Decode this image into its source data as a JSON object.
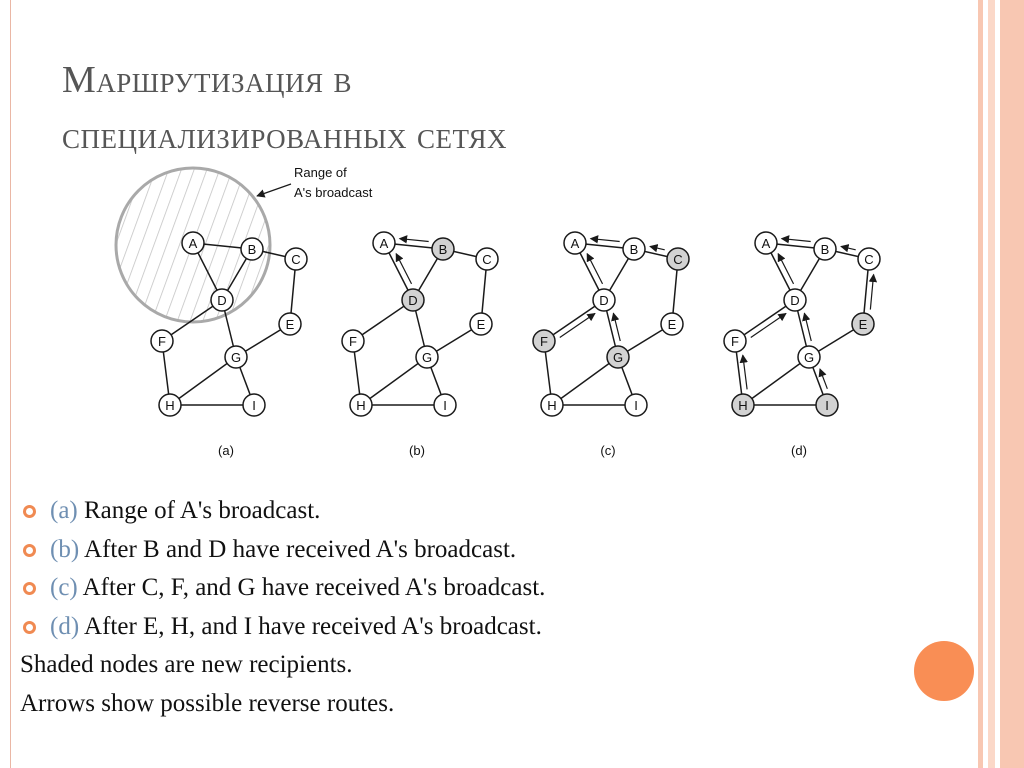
{
  "slide": {
    "title_lines": [
      "Маршрутизация в",
      "специализированных сетях"
    ],
    "accent_color": "#f08a52",
    "orb_color": "#f98e55",
    "stripe_colors": [
      "#f8c7b2",
      "#fbd8c8"
    ]
  },
  "diagram": {
    "callout": [
      "Range of",
      "A's broadcast"
    ],
    "nodes": [
      "A",
      "B",
      "C",
      "D",
      "E",
      "F",
      "G",
      "H",
      "I"
    ],
    "edges": [
      [
        "A",
        "B"
      ],
      [
        "A",
        "D"
      ],
      [
        "B",
        "D"
      ],
      [
        "B",
        "C"
      ],
      [
        "C",
        "E"
      ],
      [
        "D",
        "F"
      ],
      [
        "D",
        "G"
      ],
      [
        "E",
        "G"
      ],
      [
        "G",
        "H"
      ],
      [
        "G",
        "I"
      ],
      [
        "F",
        "H"
      ],
      [
        "H",
        "I"
      ]
    ],
    "panels": [
      {
        "label": "(a)",
        "shaded": [],
        "reverse_arrows": [],
        "broadcast_range": true
      },
      {
        "label": "(b)",
        "shaded": [
          "B",
          "D"
        ],
        "reverse_arrows": [
          [
            "B",
            "A"
          ],
          [
            "D",
            "A"
          ]
        ],
        "broadcast_range": false
      },
      {
        "label": "(c)",
        "shaded": [
          "C",
          "F",
          "G"
        ],
        "reverse_arrows": [
          [
            "B",
            "A"
          ],
          [
            "D",
            "A"
          ],
          [
            "C",
            "B"
          ],
          [
            "F",
            "D"
          ],
          [
            "G",
            "D"
          ]
        ],
        "broadcast_range": false
      },
      {
        "label": "(d)",
        "shaded": [
          "E",
          "H",
          "I"
        ],
        "reverse_arrows": [
          [
            "B",
            "A"
          ],
          [
            "D",
            "A"
          ],
          [
            "C",
            "B"
          ],
          [
            "F",
            "D"
          ],
          [
            "G",
            "D"
          ],
          [
            "E",
            "C"
          ],
          [
            "H",
            "F"
          ],
          [
            "I",
            "G"
          ]
        ],
        "broadcast_range": false
      }
    ]
  },
  "caption": {
    "bullets": [
      {
        "tag": "(a)",
        "text": " Range of A's broadcast."
      },
      {
        "tag": "(b)",
        "text": " After B and D have received A's broadcast."
      },
      {
        "tag": "(c)",
        "text": " After C, F, and G have received A's broadcast."
      },
      {
        "tag": "(d)",
        "text": " After E, H, and I have received A's broadcast."
      }
    ],
    "notes": [
      "Shaded nodes are new recipients.",
      "Arrows show possible reverse routes."
    ]
  }
}
